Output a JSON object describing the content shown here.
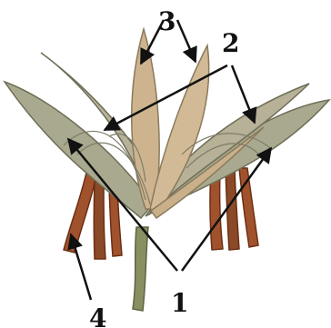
{
  "labels": {
    "l1": "1",
    "l2": "2",
    "l3": "3",
    "l4": "4"
  },
  "colors": {
    "background": "#ffffff",
    "arrow": "#111111",
    "outer_leaf": "#a9a98f",
    "outer_leaf_edge": "#6e6e57",
    "inner_petal": "#cdb48f",
    "inner_petal_edge": "#8a7a5c",
    "stamen": "#a0522d",
    "stamen_dark": "#6b2f14",
    "stem": "#8a8f62"
  }
}
